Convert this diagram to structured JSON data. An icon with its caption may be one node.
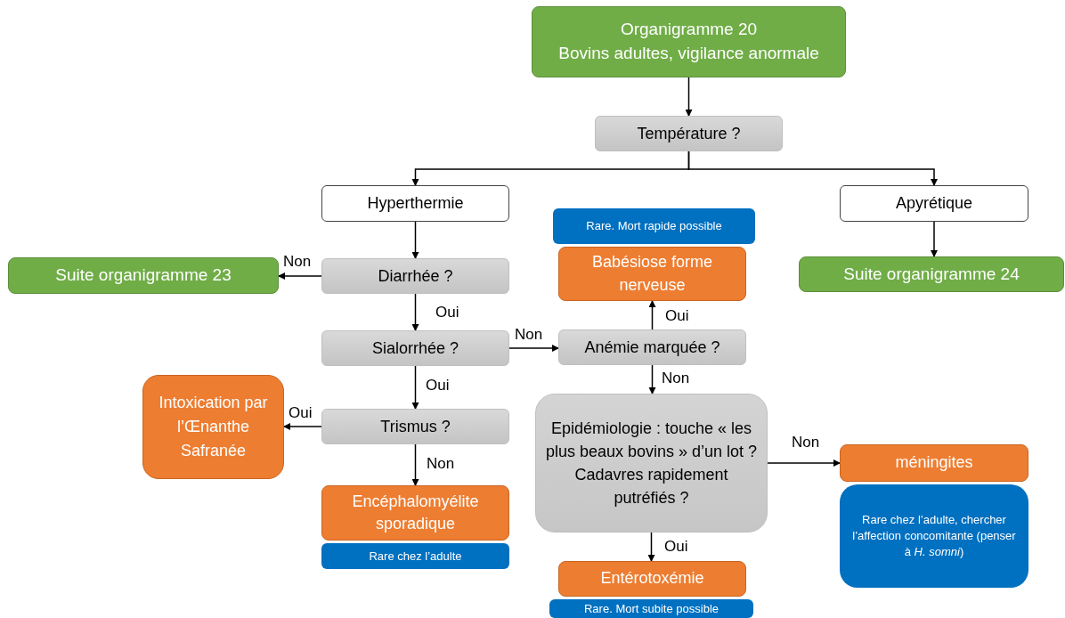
{
  "diagram": {
    "nodes": [
      {
        "text": [
          "Organigramme 20",
          "Bovins adultes, vigilance anormale"
        ]
      },
      {
        "text": [
          "Température ?"
        ]
      },
      {
        "text": [
          "Hyperthermie"
        ]
      },
      {
        "text": [
          "Apyrétique"
        ]
      },
      {
        "text": [
          "Rare. Mort rapide possible"
        ]
      },
      {
        "text": [
          "Suite organigramme 23"
        ]
      },
      {
        "text": [
          "Diarrhée ?"
        ]
      },
      {
        "text": [
          "Babésiose forme nerveuse"
        ]
      },
      {
        "text": [
          "Suite organigramme 24"
        ]
      },
      {
        "text": [
          "Sialorrhée ?"
        ]
      },
      {
        "text": [
          "Anémie marquée ?"
        ]
      },
      {
        "text": [
          "Intoxication par l’Œnanthe Safranée"
        ]
      },
      {
        "text": [
          "Trismus ?"
        ]
      },
      {
        "text": [
          "Epidémiologie : touche « les plus beaux bovins » d’un lot ? Cadavres rapidement putréfiés ?"
        ]
      },
      {
        "text": [
          "méningites"
        ]
      },
      {
        "text": [
          "Rare chez l’adulte, chercher l’affection concomitante (penser à *H. somni*)"
        ]
      },
      {
        "text": [
          "Encéphalomyélite sporadique"
        ]
      },
      {
        "text": [
          "Rare chez l’adulte"
        ]
      },
      {
        "text": [
          "Entérotoxémie"
        ]
      },
      {
        "text": [
          "Rare. Mort subite possible"
        ]
      }
    ],
    "edges": [
      {
        "from": 0,
        "to": 1,
        "arrow": "to"
      },
      {
        "from": 1,
        "to": 2,
        "arrow": "to"
      },
      {
        "from": 1,
        "to": 3,
        "arrow": "to"
      },
      {
        "from": 2,
        "to": 6,
        "arrow": "to"
      },
      {
        "from": 3,
        "to": 8,
        "arrow": "to"
      },
      {
        "from": 6,
        "to": 5,
        "arrow": "to",
        "label": "Non"
      },
      {
        "from": 6,
        "to": 9,
        "arrow": "to",
        "label": "Oui"
      },
      {
        "from": 9,
        "to": 10,
        "arrow": "to",
        "label": "Non"
      },
      {
        "from": 9,
        "to": 12,
        "arrow": "to",
        "label": "Oui"
      },
      {
        "from": 10,
        "to": 7,
        "arrow": "to",
        "label": "Oui"
      },
      {
        "from": 10,
        "to": 13,
        "arrow": "to",
        "label": "Non"
      },
      {
        "from": 12,
        "to": 11,
        "arrow": "to",
        "label": "Oui"
      },
      {
        "from": 12,
        "to": 16,
        "arrow": "to",
        "label": "Non"
      },
      {
        "from": 13,
        "to": 14,
        "arrow": "to",
        "label": "Non"
      },
      {
        "from": 13,
        "to": 18,
        "arrow": "to",
        "label": "Oui"
      }
    ]
  }
}
